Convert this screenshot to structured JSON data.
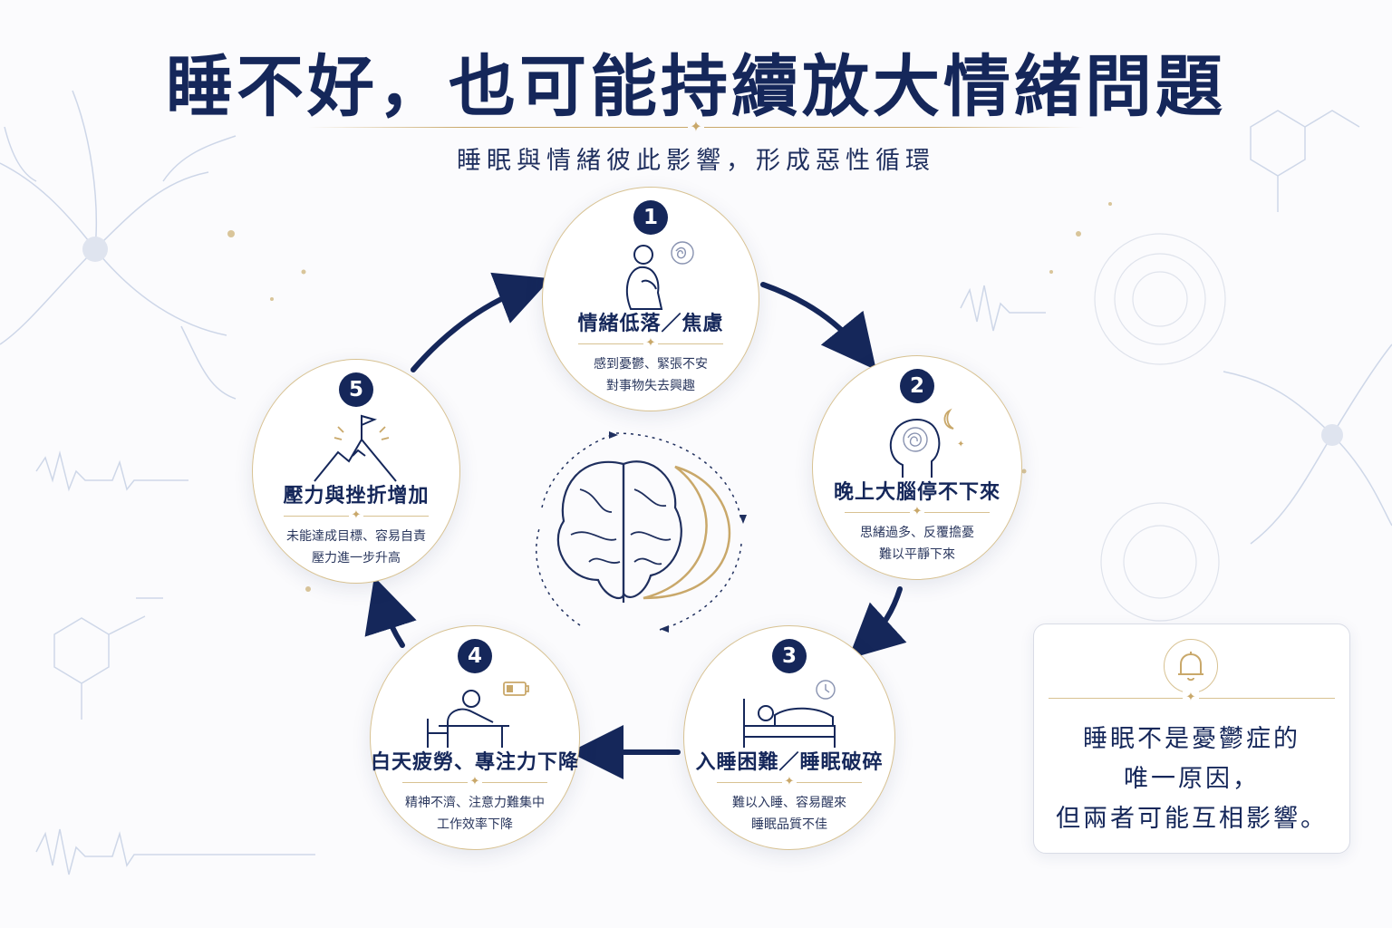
{
  "title": "睡不好，也可能持續放大情緒問題",
  "subtitle": "睡眠與情緒彼此影響，形成惡性循環",
  "colors": {
    "navy": "#15275a",
    "gold": "#c9a86a",
    "background": "#fbfbfd"
  },
  "cycle": [
    {
      "number": "1",
      "icon": "hugging-knees-person-icon",
      "title": "情緒低落／焦慮",
      "line1": "感到憂鬱、緊張不安",
      "line2": "對事物失去興趣"
    },
    {
      "number": "2",
      "icon": "racing-thoughts-head-icon",
      "title": "晚上大腦停不下來",
      "line1": "思緒過多、反覆擔憂",
      "line2": "難以平靜下來"
    },
    {
      "number": "3",
      "icon": "bed-sleep-icon",
      "title": "入睡困難／睡眠破碎",
      "line1": "難以入睡、容易醒來",
      "line2": "睡眠品質不佳"
    },
    {
      "number": "4",
      "icon": "tired-at-desk-icon",
      "title": "白天疲勞、專注力下降",
      "line1": "精神不濟、注意力難集中",
      "line2": "工作效率下降"
    },
    {
      "number": "5",
      "icon": "mountain-flag-icon",
      "title": "壓力與挫折增加",
      "line1": "未能達成目標、容易自責",
      "line2": "壓力進一步升高"
    }
  ],
  "center_icon": "brain-moon-icon",
  "note": {
    "icon": "bell-icon",
    "line1": "睡眠不是憂鬱症的",
    "line2": "唯一原因，",
    "line3": "但兩者可能互相影響。"
  }
}
